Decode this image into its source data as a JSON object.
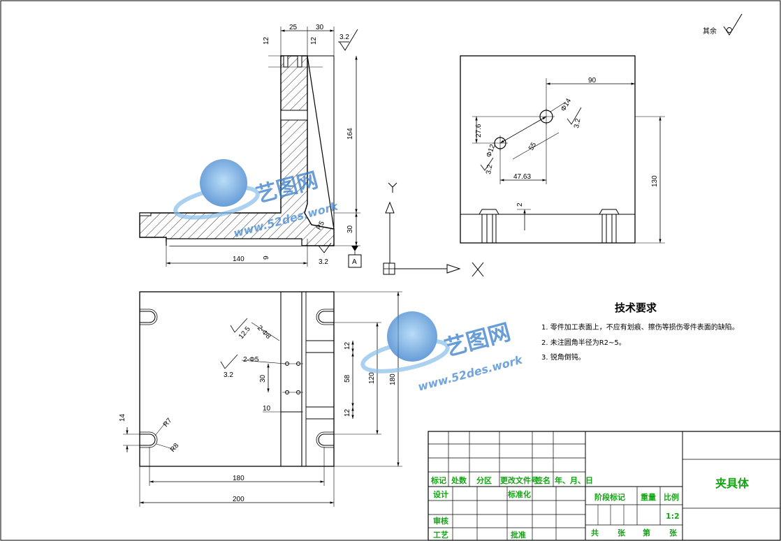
{
  "drawing": {
    "surface_note": "其余",
    "roughness": {
      "r32": "3.2",
      "r125": "12.5"
    },
    "front_view": {
      "dims": [
        "25",
        "30",
        "12",
        "12",
        "164",
        "30",
        "140",
        "R5",
        "9"
      ],
      "datum": "A"
    },
    "right_view": {
      "dims": [
        "90",
        "27.6",
        "55",
        "47.63",
        "130",
        "2"
      ],
      "holes": [
        "Φ14",
        "Φ12"
      ]
    },
    "top_view": {
      "dims": [
        "180",
        "200",
        "14",
        "R7",
        "R8",
        "30",
        "10",
        "12",
        "58",
        "12",
        "120",
        "180"
      ],
      "holes": [
        "2-Φ5",
        "2-Φ8"
      ]
    }
  },
  "tech_requirements": {
    "title": "技术要求",
    "items": [
      "1. 零件加工表面上，不应有划痕、擦伤等损伤零件表面的缺陷。",
      "2. 未注圆角半径为R2~5。",
      "3. 锐角倒钝。"
    ]
  },
  "title_block": {
    "part_name": "夹具体",
    "headers": [
      "标记",
      "处数",
      "分区",
      "更改文件号",
      "签名",
      "年、月、日"
    ],
    "design": "设计",
    "standardize": "标准化",
    "stage_mark": "阶段标记",
    "weight": "重量",
    "scale_label": "比例",
    "scale_value": "1:2",
    "review": "审核",
    "process": "工艺",
    "approve": "批准",
    "sheets": [
      "共",
      "张",
      "第",
      "张"
    ]
  },
  "watermark": {
    "name": "艺图网",
    "url": "www.52des.work"
  },
  "colors": {
    "title_block_text": "#11a611",
    "watermark": "#2f78c8"
  }
}
